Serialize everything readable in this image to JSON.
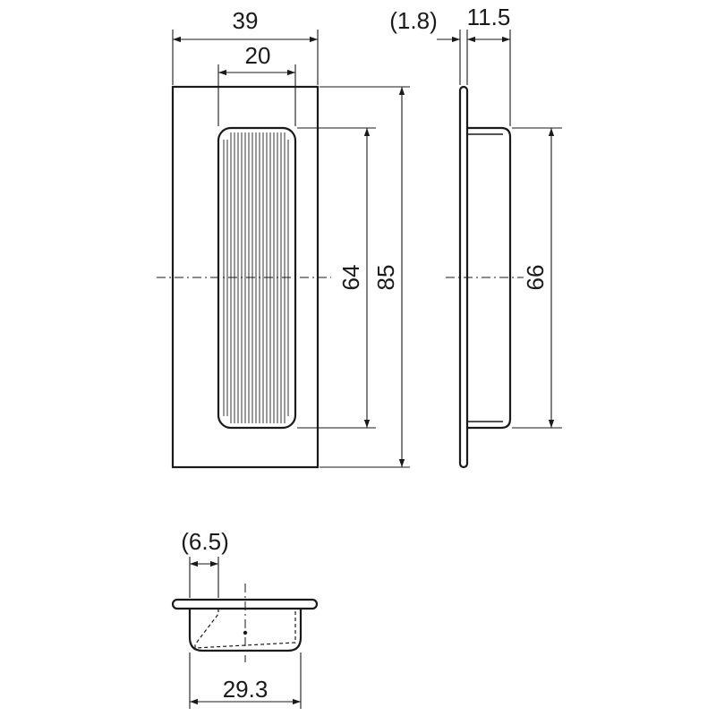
{
  "dimensions": {
    "width_overall": "39",
    "width_recess": "20",
    "height_overall": "85",
    "height_recess": "64",
    "flange_thickness": "(1.8)",
    "depth": "11.5",
    "height_body": "66",
    "lip": "(6.5)",
    "body_width": "29.3"
  }
}
